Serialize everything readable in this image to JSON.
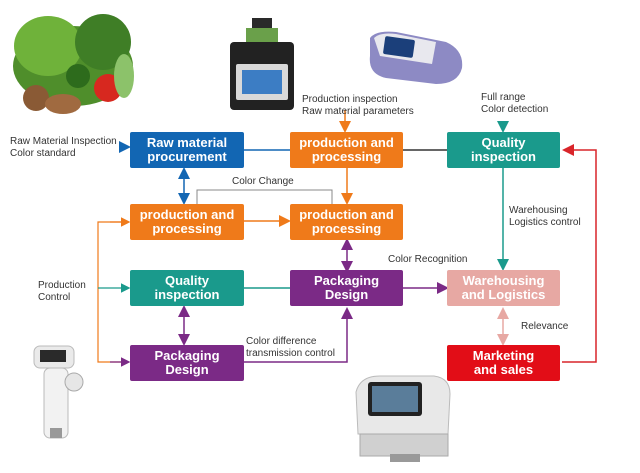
{
  "colors": {
    "blue": "#1266b3",
    "orange": "#ef7a1a",
    "teal": "#1a9a8c",
    "purple": "#7b2a86",
    "pink": "#e7a8a3",
    "red": "#e20d17",
    "red_line": "#d9252a",
    "gray_line": "#777777"
  },
  "boxes": {
    "raw_material": "Raw material\nprocurement",
    "prod_top": "production and\nprocessing",
    "quality_top": "Quality\ninspection",
    "prod_left": "production and\nprocessing",
    "prod_mid": "production and\nprocessing",
    "quality_left": "Quality\ninspection",
    "packaging_mid": "Packaging\nDesign",
    "warehousing": "Warehousing\nand Logistics",
    "packaging_left": "Packaging\nDesign",
    "marketing": "Marketing\nand sales"
  },
  "labels": {
    "raw_inspection": "Raw Material Inspection\nColor standard",
    "prod_inspection": "Production inspection\nRaw material parameters",
    "full_range": "Full range\nColor detection",
    "color_change": "Color Change",
    "warehousing_control": "Warehousing\nLogistics control",
    "production_control": "Production\nControl",
    "color_recognition": "Color Recognition",
    "relevance": "Relevance",
    "color_difference": "Color difference\ntransmission control"
  },
  "images": {
    "vegetables": "vegetables-photo",
    "benchtop": "benchtop-spectrophotometer-photo",
    "portable": "portable-spectrophotometer-photo",
    "handheld": "handheld-colorimeter-photo",
    "gloss": "gloss-meter-photo"
  }
}
